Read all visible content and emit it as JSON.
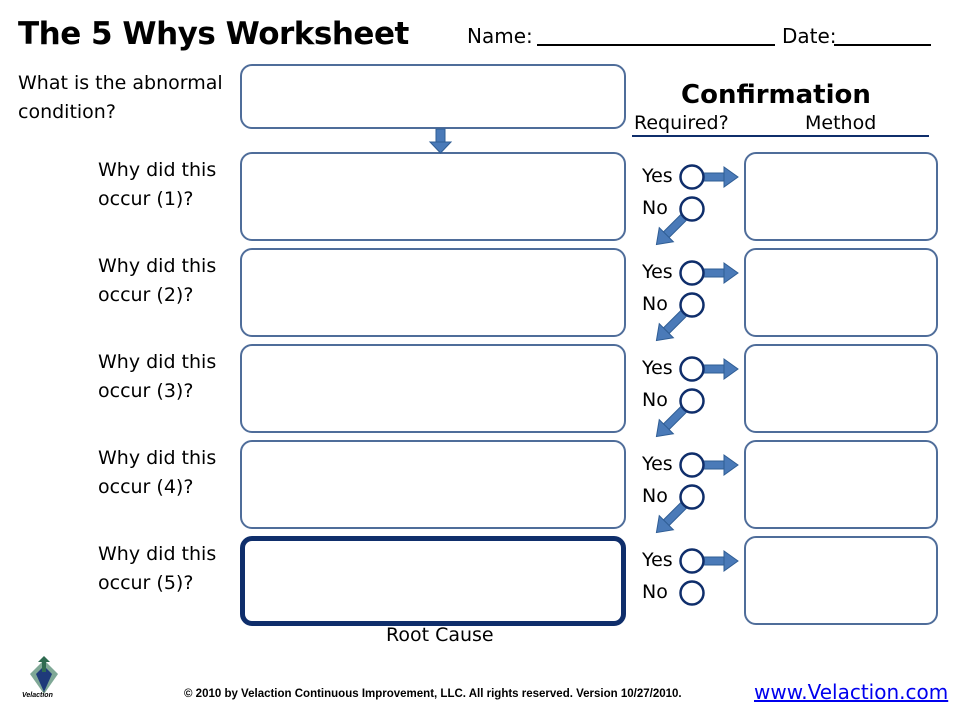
{
  "header": {
    "title": "The 5 Whys Worksheet",
    "name_label": "Name:",
    "date_label": "Date:"
  },
  "abnormal": {
    "question": "What is the abnormal condition?"
  },
  "confirmation": {
    "title": "Confirmation",
    "required_label": "Required?",
    "method_label": "Method"
  },
  "whys": [
    {
      "question_line1": "Why did this",
      "question_line2": "occur (1)?",
      "yes": "Yes",
      "no": "No"
    },
    {
      "question_line1": "Why did this",
      "question_line2": "occur (2)?",
      "yes": "Yes",
      "no": "No"
    },
    {
      "question_line1": "Why did this",
      "question_line2": "occur (3)?",
      "yes": "Yes",
      "no": "No"
    },
    {
      "question_line1": "Why did this",
      "question_line2": "occur (4)?",
      "yes": "Yes",
      "no": "No"
    },
    {
      "question_line1": "Why did this",
      "question_line2": "occur (5)?",
      "yes": "Yes",
      "no": "No"
    }
  ],
  "root_cause_label": "Root Cause",
  "footer": {
    "logo_text": "Velaction",
    "copyright": "© 2010 by Velaction Continuous Improvement, LLC. All rights reserved. Version 10/27/2010.",
    "link": "www.Velaction.com"
  },
  "colors": {
    "box_border": "#4f6d9a",
    "root_border": "#0f2e6b",
    "arrow": "#4a7ab8",
    "circle": "#0f2e6b"
  }
}
